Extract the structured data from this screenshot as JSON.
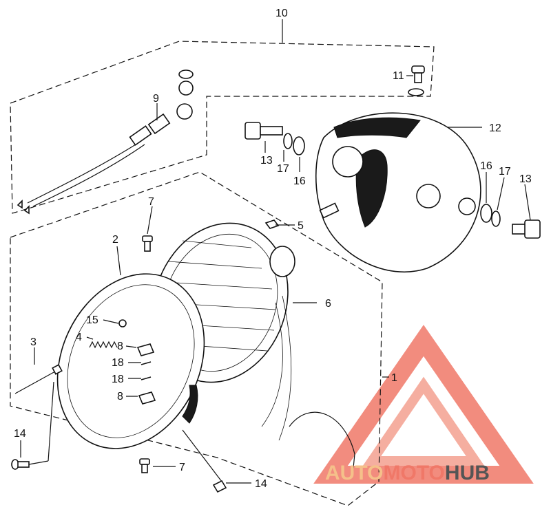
{
  "labels": {
    "l10": "10",
    "l11": "11",
    "l12": "12",
    "l9": "9",
    "l13a": "13",
    "l17a": "17",
    "l16a": "16",
    "l16b": "16",
    "l17b": "17",
    "l13b": "13",
    "l7a": "7",
    "l5": "5",
    "l2": "2",
    "l6": "6",
    "l15": "15",
    "l4": "4",
    "l8a": "8",
    "l18a": "18",
    "l18b": "18",
    "l8b": "8",
    "l3": "3",
    "l1": "1",
    "l14a": "14",
    "l7b": "7",
    "l14b": "14"
  },
  "watermark": {
    "part1": "AUTO",
    "part2": "MOTO",
    "part3": "HUB",
    "color_auto": "#f5c08a",
    "color_moto": "#f07868",
    "color_hub": "#555555"
  }
}
